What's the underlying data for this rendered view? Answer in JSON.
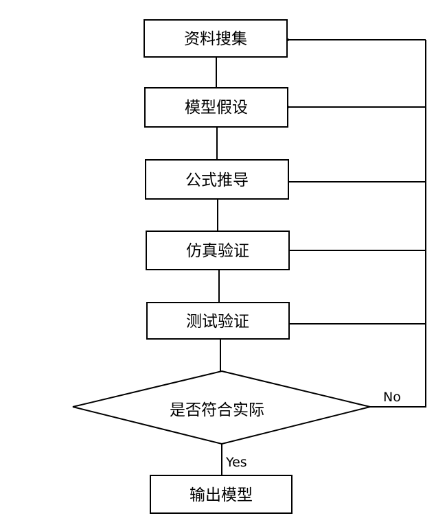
{
  "diagram": {
    "type": "flowchart",
    "nodes": [
      {
        "id": "collect",
        "label": "资料搜集",
        "shape": "rect"
      },
      {
        "id": "assume",
        "label": "模型假设",
        "shape": "rect"
      },
      {
        "id": "derive",
        "label": "公式推导",
        "shape": "rect"
      },
      {
        "id": "simulate",
        "label": "仿真验证",
        "shape": "rect"
      },
      {
        "id": "test",
        "label": "测试验证",
        "shape": "rect"
      },
      {
        "id": "decision",
        "label": "是否符合实际",
        "shape": "diamond"
      },
      {
        "id": "output",
        "label": "输出模型",
        "shape": "rect"
      }
    ],
    "edges": [
      {
        "from": "collect",
        "to": "assume",
        "label": ""
      },
      {
        "from": "assume",
        "to": "derive",
        "label": ""
      },
      {
        "from": "derive",
        "to": "simulate",
        "label": ""
      },
      {
        "from": "simulate",
        "to": "test",
        "label": ""
      },
      {
        "from": "test",
        "to": "decision",
        "label": ""
      },
      {
        "from": "decision",
        "to": "output",
        "label": "Yes"
      },
      {
        "from": "decision",
        "to": "collect",
        "label": "No"
      },
      {
        "from": "decision",
        "to": "assume",
        "label": "No"
      },
      {
        "from": "decision",
        "to": "derive",
        "label": "No"
      },
      {
        "from": "decision",
        "to": "simulate",
        "label": "No"
      },
      {
        "from": "decision",
        "to": "test",
        "label": "No"
      }
    ]
  },
  "labels": {
    "yes": "Yes",
    "no": "No"
  },
  "colors": {
    "stroke": "#000000",
    "fill": "#ffffff",
    "text": "#000000"
  }
}
